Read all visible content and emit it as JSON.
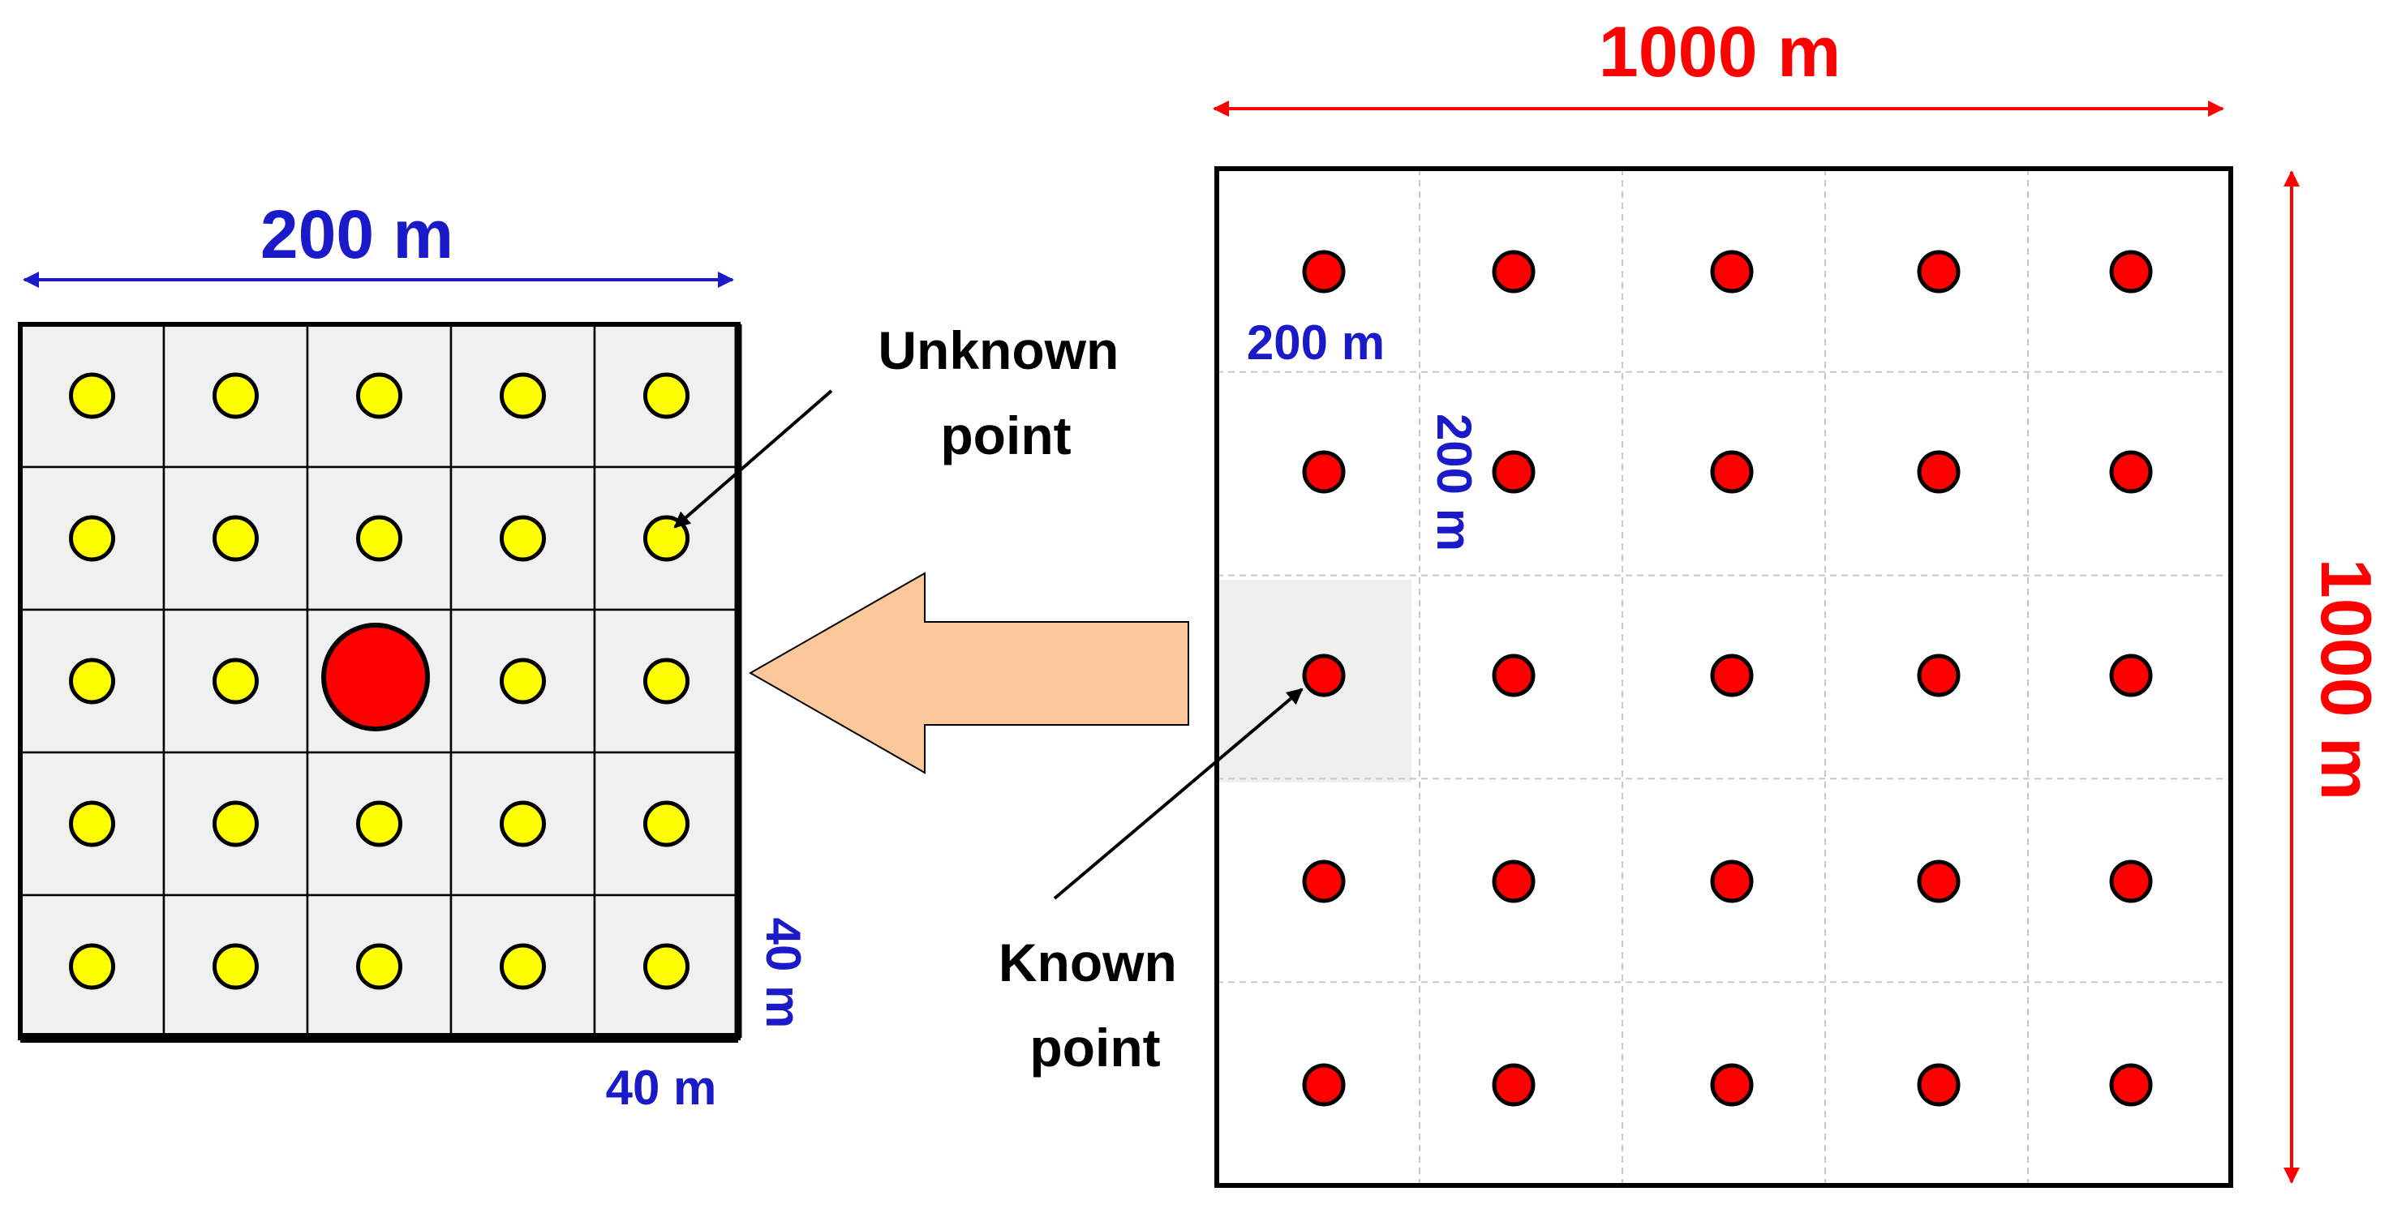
{
  "labels": {
    "left_width": "200 m",
    "unknown_point": [
      "Unknown",
      "point"
    ],
    "left_cell_w": "40 m",
    "left_cell_h": "40 m",
    "right_width": "1000 m",
    "right_height": "1000 m",
    "right_cell_w": "200 m",
    "right_cell_h": "200 m",
    "known_point": [
      "Known",
      "point"
    ]
  },
  "colors": {
    "blue": "#1a1ac8",
    "red": "#ff0000",
    "yellow": "#ffff00",
    "point_red": "#ff0000",
    "cell_fill": "#f0f0f0",
    "arrow_fill": "#fcc89b",
    "highlight_fill": "#efefef"
  },
  "left_grid": {
    "rows": 5,
    "cols": 5,
    "cell_size_m": 40,
    "extent_m": 200
  },
  "right_grid": {
    "rows": 5,
    "cols": 5,
    "cell_size_m": 200,
    "extent_m": 1000
  },
  "known_point_cell": {
    "row": 2,
    "col": 0
  },
  "unknown_point_cell": {
    "row": 1,
    "col": 4
  }
}
